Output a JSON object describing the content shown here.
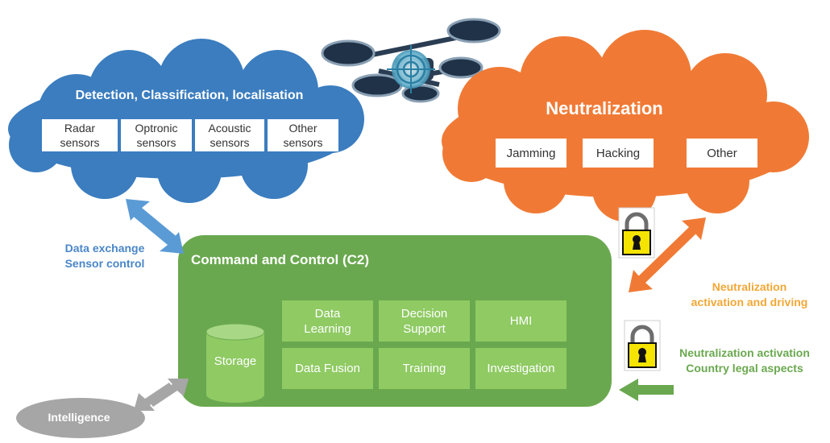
{
  "detection": {
    "title": "Detection, Classification, localisation",
    "sensors": [
      {
        "label": "Radar\nsensors"
      },
      {
        "label": "Optronic\nsensors"
      },
      {
        "label": "Acoustic\nsensors"
      },
      {
        "label": "Other\nsensors"
      }
    ]
  },
  "neutralization": {
    "title": "Neutralization",
    "options": [
      {
        "label": "Jamming"
      },
      {
        "label": "Hacking"
      },
      {
        "label": "Other"
      }
    ]
  },
  "c2": {
    "title": "Command and Control (C2)",
    "storage": "Storage",
    "modules": [
      {
        "label": "Data\nLearning"
      },
      {
        "label": "Decision\nSupport"
      },
      {
        "label": "HMI"
      },
      {
        "label": "Data Fusion"
      },
      {
        "label": "Training"
      },
      {
        "label": "Investigation"
      }
    ]
  },
  "links": {
    "data_exchange": "Data exchange\nSensor control",
    "neutralization_driving": "Neutralization\nactivation and driving",
    "legal": "Neutralization activation\nCountry legal aspects"
  },
  "intelligence": "Intelligence",
  "icons": {
    "drone": "drone-icon",
    "target": "target-crosshair-icon",
    "lock": "padlock-icon"
  },
  "colors": {
    "detection_cloud": "#3b7dbf",
    "neutralization_cloud": "#f07a35",
    "c2_box": "#6aa84f",
    "c2_cell": "#8fca63",
    "blue_label": "#4a86c8",
    "orange_label": "#f2a735",
    "green_label": "#6aa84f",
    "intelligence": "#a6a6a6",
    "lock_yellow": "#f5e400"
  }
}
